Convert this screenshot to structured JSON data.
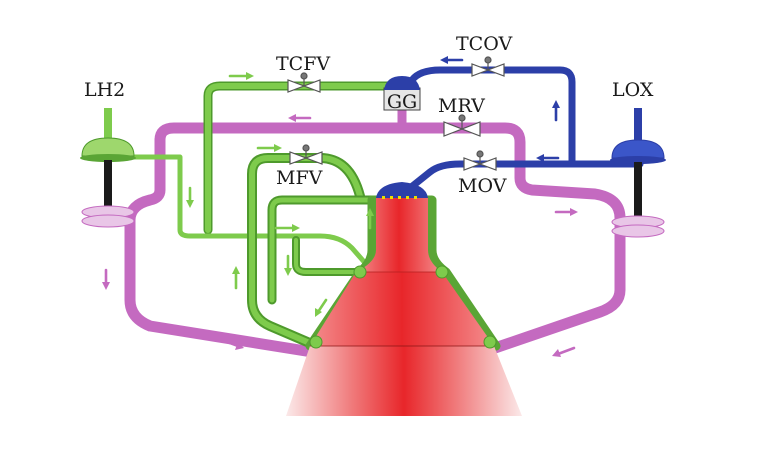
{
  "labels": {
    "lh2": "LH2",
    "lox": "LOX",
    "tcfv": "TCFV",
    "tcov": "TCOV",
    "gg": "GG",
    "mrv": "MRV",
    "mfv": "MFV",
    "mov": "MOV"
  },
  "colors": {
    "fuel": "#7ecb4c",
    "fuel_edge": "#4e9a2c",
    "oxidizer": "#2c3fa8",
    "coolant": "#c46ac0",
    "nozzle": "#e8282c",
    "valve": "#666666"
  }
}
